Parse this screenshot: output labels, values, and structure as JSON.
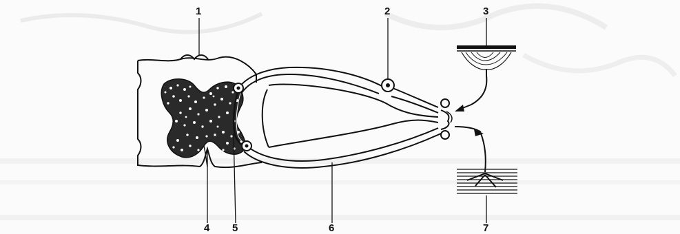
{
  "labels": {
    "l1": "1",
    "l2": "2",
    "l3": "3",
    "l4": "4",
    "l5": "5",
    "l6": "6",
    "l7": "7"
  },
  "colors": {
    "ink": "#111111",
    "background": "#fbfbfb",
    "ghost_print": "#dcdcdc"
  }
}
